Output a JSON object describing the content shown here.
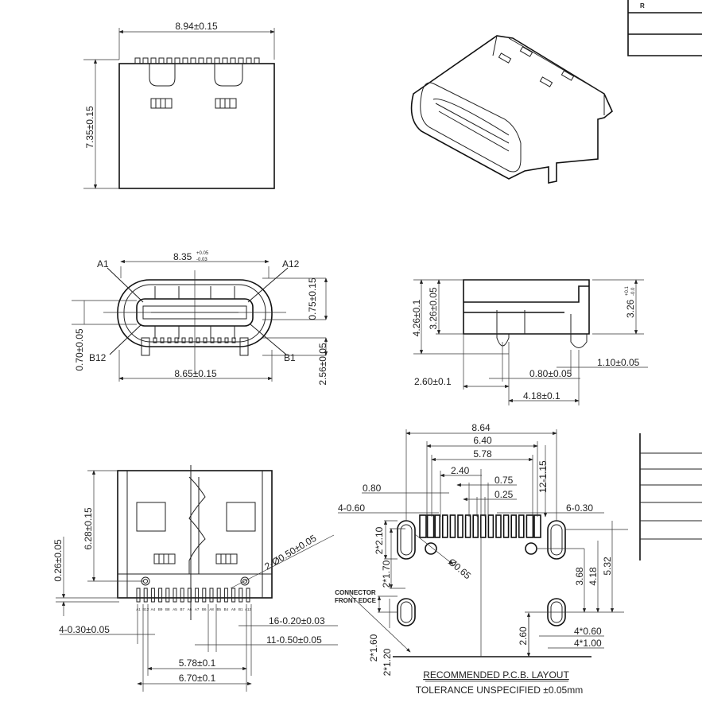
{
  "top_view": {
    "width_dim": "8.94±0.15",
    "height_dim": "7.35±0.15"
  },
  "front_view": {
    "width_top_dim": "8.35",
    "width_top_tol_plus": "+0.05",
    "width_top_tol_minus": "-0.03",
    "width_bottom_dim": "8.65±0.15",
    "pin_labels": {
      "a1": "A1",
      "a12": "A12",
      "b12": "B12",
      "b1": "B1"
    },
    "dim_right_upper": "0.75±0.15",
    "dim_right_lower": "2.56±0.05",
    "dim_left": "0.70±0.05"
  },
  "side_view": {
    "total_height": "4.26±0.1",
    "body_height": "3.26±0.05",
    "right_height": "3.26",
    "right_height_tol_plus": "+0.1",
    "right_height_tol_minus": "-0.0",
    "leg_width": "1.10±0.05",
    "pin_width": "0.80±0.05",
    "front_offset": "2.60±0.1",
    "pin_spacing": "4.18±0.1"
  },
  "bottom_view": {
    "height_dim": "6.28±0.15",
    "offset_dim": "0.26±0.05",
    "hole_dim": "2-Ø0.50±0.05",
    "outer_pins": "4-0.30±0.05",
    "signal_pins": "16-0.20±0.03",
    "pitch": "11-0.50±0.05",
    "span_inner": "5.78±0.1",
    "span_outer": "6.70±0.1",
    "pins": [
      "A1",
      "B12",
      "A4",
      "B9",
      "B8",
      "A5",
      "B7",
      "A6",
      "A7",
      "B6",
      "A8",
      "B5",
      "B4",
      "A9",
      "B1",
      "A12"
    ]
  },
  "pcb_layout": {
    "dims": {
      "d864": "8.64",
      "d640": "6.40",
      "d578": "5.78",
      "d240": "2.40",
      "d075": "0.75",
      "d025": "0.25",
      "d080": "0.80",
      "d4_060": "4-0.60",
      "d6_030": "6-0.30",
      "d12_115": "12-1.15",
      "d065": "Ø0.65",
      "d2_210": "2*2.10",
      "d2_170": "2*1.70",
      "d368": "3.68",
      "d418": "4.18",
      "d532": "5.32",
      "d2_160": "2*1.60",
      "d2_120": "2*1.20",
      "d260": "2.60",
      "d4_060b": "4*0.60",
      "d4_100": "4*1.00"
    },
    "connector_label_1": "CONNECTOR",
    "connector_label_2": "FRONT EDCE",
    "title": "RECOMMENDED   P.C.B.  LAYOUT",
    "subtitle": "TOLERANCE  UNSPECIFIED  ±0.05mm"
  },
  "corner_table": {
    "header": "R"
  }
}
